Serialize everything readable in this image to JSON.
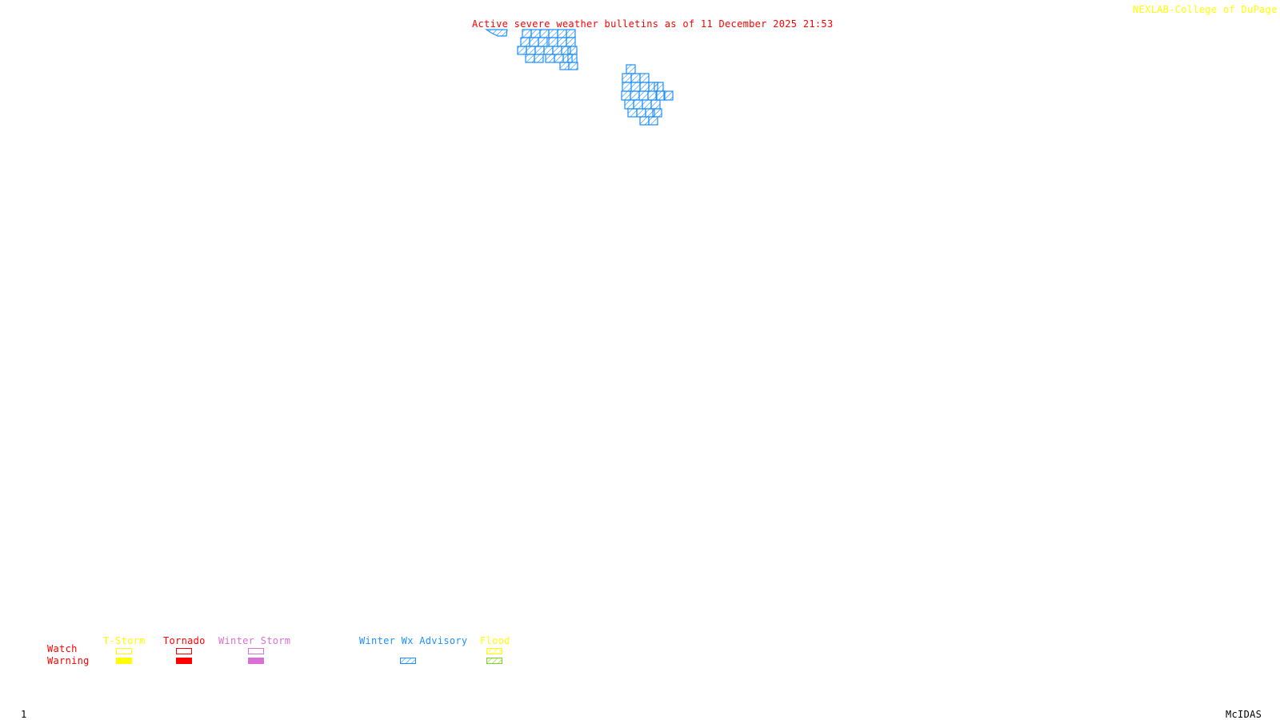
{
  "header": {
    "title": "Active severe weather bulletins as of 11 December 2025 21:53",
    "credit": "NEXLAB-College of DuPage",
    "credit_icon": "nexlab-logo-icon"
  },
  "colors": {
    "title": "#ff0000",
    "credit": "#ffff00",
    "tstorm": "#ffff00",
    "tornado": "#ff0000",
    "winter_storm": "#da70d6",
    "winter_advisory": "#1e90ff",
    "flood_watch": "#ffff00",
    "flood_warning": "#7fd41e",
    "footer": "#000000"
  },
  "legend": {
    "row_labels": {
      "watch": "Watch",
      "warning": "Warning"
    },
    "categories": [
      {
        "id": "tstorm",
        "label": "T-Storm",
        "watch": "outline",
        "warning": "solid"
      },
      {
        "id": "tornado",
        "label": "Tornado",
        "watch": "outline",
        "warning": "solid"
      },
      {
        "id": "winter_storm",
        "label": "Winter Storm",
        "watch": "outline",
        "warning": "solid"
      },
      {
        "id": "winter_advisory",
        "label": "Winter Wx Advisory",
        "watch": "none",
        "warning": "hatched"
      },
      {
        "id": "flood",
        "label": "Flood",
        "watch": "hatched",
        "warning": "hatched"
      }
    ]
  },
  "map": {
    "active_areas": [
      {
        "type": "Winter Wx Advisory",
        "region": "northwest cluster"
      },
      {
        "type": "Winter Wx Advisory",
        "region": "north-central cluster"
      }
    ]
  },
  "footer": {
    "frame_number": "1",
    "software": "McIDAS"
  }
}
